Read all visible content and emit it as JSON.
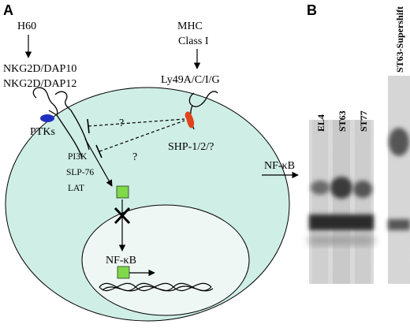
{
  "panel_a": {
    "letter": "A",
    "ligand_nkg2d": "H60",
    "receptor_line1": "NKG2D/DAP10",
    "receptor_line2": "NKG2D/DAP12",
    "mhc_line1": "MHC",
    "mhc_line2": "Class I",
    "inhibitory_receptor": "Ly49A/C/I/G",
    "kinase": "PTKs",
    "phosphatase": "SHP-1/2/?",
    "question_mark": "?",
    "adaptors": [
      "PI3K",
      "SLP-76",
      "LAT"
    ],
    "nfkb_label": "NF-κB",
    "colors": {
      "cell_fill": "#cfeee6",
      "nucleus_fill": "#eef7f4",
      "nfkb_box": "#7fd94a",
      "ptk_blob": "#1f2fbf",
      "shp_blob": "#e0421a"
    }
  },
  "panel_b": {
    "letter": "B",
    "lanes": [
      "EL4",
      "ST63",
      "ST77"
    ],
    "supershift_lane": "ST63-Supershift",
    "arrow_label": "NF-κB"
  }
}
